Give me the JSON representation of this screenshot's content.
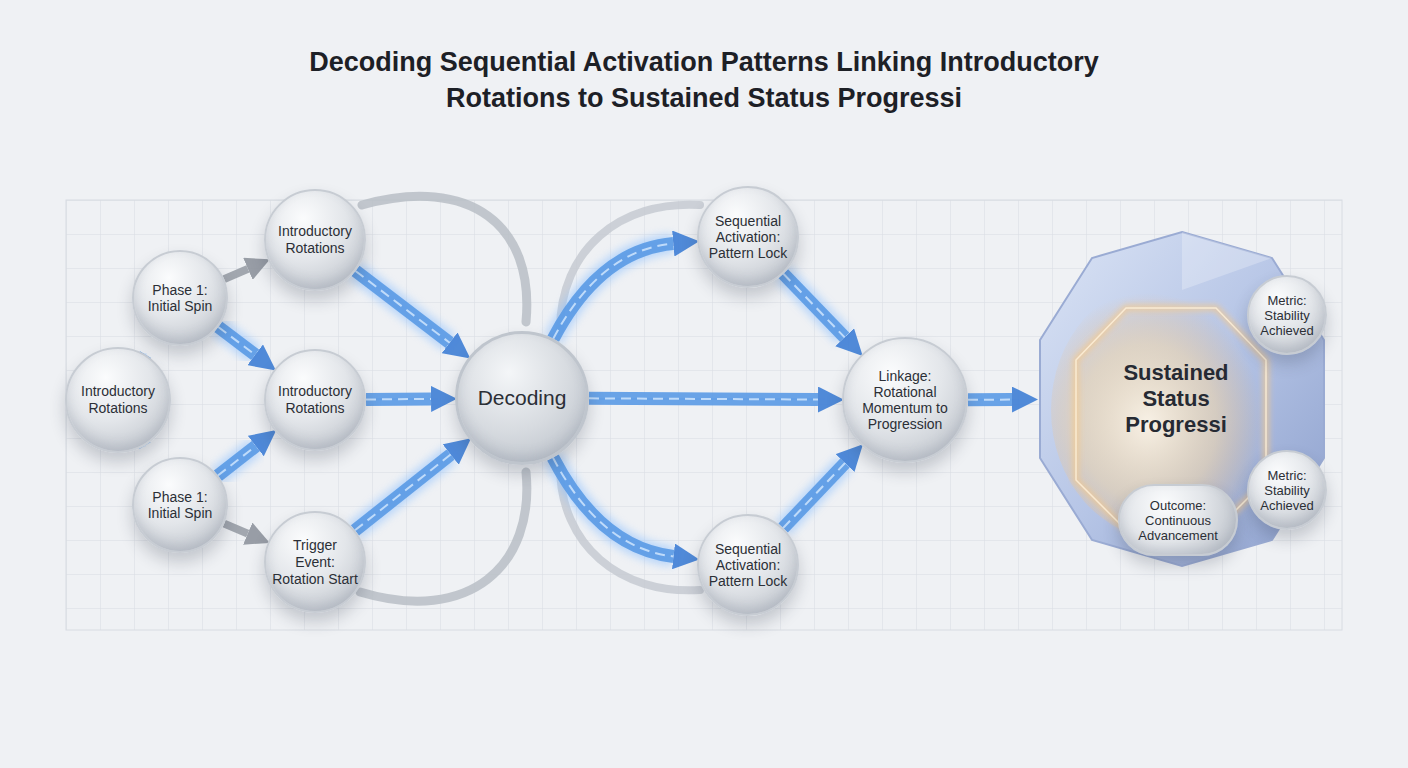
{
  "diagram": {
    "title": "Decoding Sequential Activation Patterns Linking Introductory Rotations to Sustained Status Progressi",
    "nodes": [
      {
        "text": [
          "Introductory Rotations"
        ]
      },
      {
        "text": [
          "Phase 1: Initial Spin"
        ]
      },
      {
        "text": [
          "Phase 1: Initial Spin"
        ]
      },
      {
        "text": [
          "Introductory Rotations"
        ]
      },
      {
        "text": [
          "Introductory Rotations"
        ]
      },
      {
        "text": [
          "Trigger Event: Rotation Start"
        ]
      },
      {
        "text": [
          "Decoding"
        ]
      },
      {
        "text": [
          "Sequential Activation: Pattern Lock"
        ]
      },
      {
        "text": [
          "Linkage: Rotational Momentum to Progression"
        ]
      },
      {
        "text": [
          "Sequential Activation: Pattern Lock"
        ]
      },
      {
        "text": [
          "Sustained Status Progressi"
        ]
      },
      {
        "text": [
          "Metric: Stability Achieved"
        ],
        "in": 10
      },
      {
        "text": [
          "Metric: Stability Achieved"
        ],
        "in": 10
      },
      {
        "text": [
          "Outcome: Continuous Advancement"
        ],
        "in": 10
      }
    ],
    "edges": [
      {
        "from": 0,
        "to": 1,
        "arrow": "to"
      },
      {
        "from": 0,
        "to": 2,
        "arrow": "to"
      },
      {
        "from": 1,
        "to": 3,
        "arrow": "to"
      },
      {
        "from": 1,
        "to": 4,
        "arrow": "to"
      },
      {
        "from": 2,
        "to": 4,
        "arrow": "to"
      },
      {
        "from": 2,
        "to": 5,
        "arrow": "to"
      },
      {
        "from": 3,
        "to": 6,
        "arrow": "to"
      },
      {
        "from": 4,
        "to": 6,
        "arrow": "to"
      },
      {
        "from": 5,
        "to": 6,
        "arrow": "to"
      },
      {
        "from": 6,
        "to": 7,
        "arrow": "to"
      },
      {
        "from": 6,
        "to": 8,
        "arrow": "to"
      },
      {
        "from": 6,
        "to": 9,
        "arrow": "to"
      },
      {
        "from": 7,
        "to": 8,
        "arrow": "to"
      },
      {
        "from": 9,
        "to": 8,
        "arrow": "to"
      },
      {
        "from": 8,
        "to": 10,
        "arrow": "to"
      }
    ]
  }
}
